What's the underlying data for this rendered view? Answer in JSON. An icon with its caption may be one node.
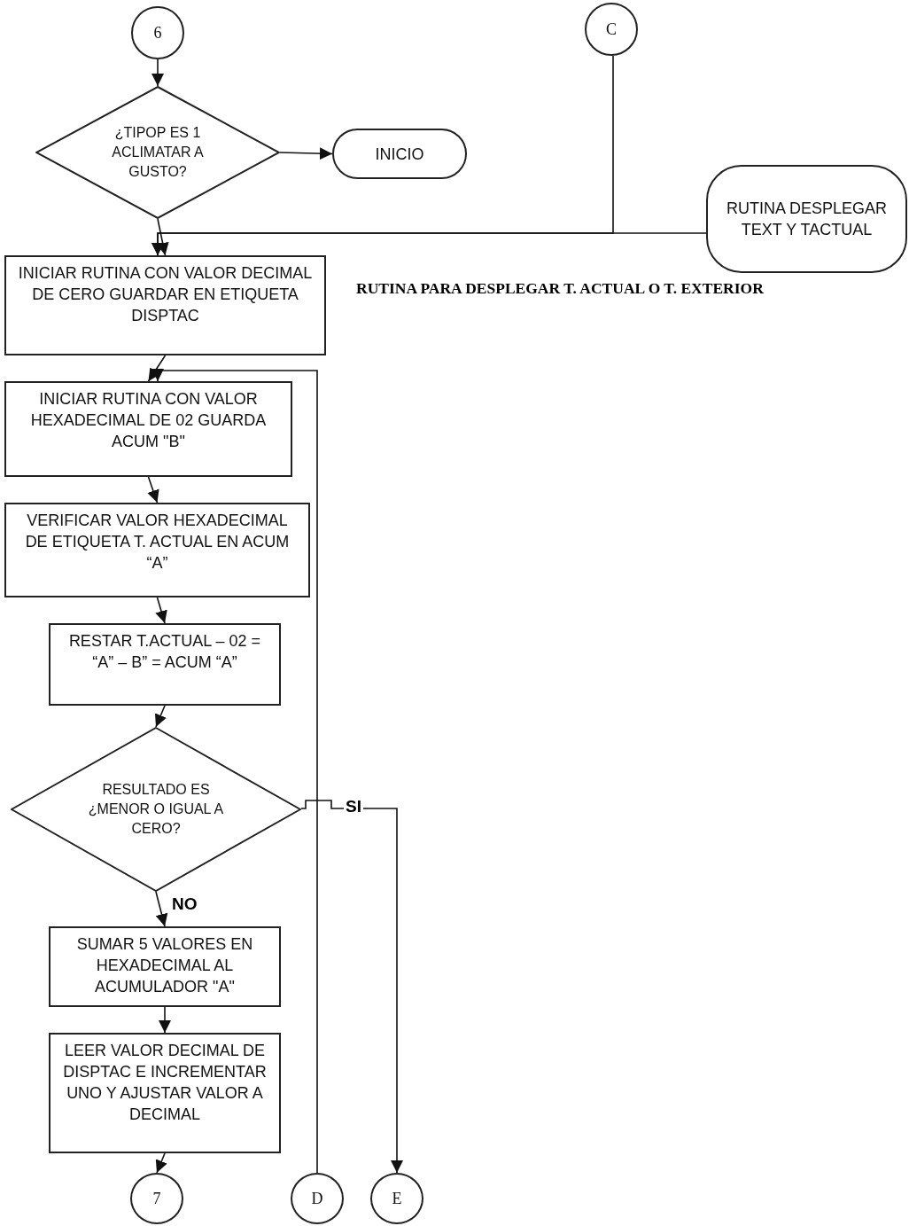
{
  "diagram": {
    "nodes": [
      {
        "text": [
          "6"
        ]
      },
      {
        "text": [
          "C"
        ]
      },
      {
        "text": [
          "¿TIPOP ES 1 ACLIMATAR A GUSTO?"
        ]
      },
      {
        "text": [
          "INICIO"
        ]
      },
      {
        "text": [
          "RUTINA DESPLEGAR TEXT Y TACTUAL"
        ]
      },
      {
        "text": [
          "INICIAR RUTINA CON VALOR DECIMAL DE CERO GUARDAR EN ETIQUETA DISPTAC"
        ]
      },
      {
        "text": [
          "INICIAR RUTINA CON VALOR HEXADECIMAL DE 02 GUARDA ACUM \"B\""
        ]
      },
      {
        "text": [
          "VERIFICAR VALOR HEXADECIMAL DE ETIQUETA T. ACTUAL EN ACUM “A”"
        ]
      },
      {
        "text": [
          "RESTAR T.ACTUAL – 02 = “A” –  B” = ACUM “A”"
        ]
      },
      {
        "text": [
          "RESULTADO ES ¿MENOR O IGUAL A CERO?"
        ]
      },
      {
        "text": [
          "SUMAR 5 VALORES EN HEXADECIMAL AL ACUMULADOR \"A\""
        ]
      },
      {
        "text": [
          "LEER VALOR DECIMAL DE DISPTAC E INCREMENTAR UNO Y AJUSTAR VALOR A DECIMAL"
        ]
      },
      {
        "text": [
          "7"
        ]
      },
      {
        "text": [
          "D"
        ]
      },
      {
        "text": [
          "E"
        ]
      }
    ],
    "edges": [
      {
        "from": 0,
        "to": 2,
        "arrow": "to"
      },
      {
        "from": 2,
        "to": 3,
        "arrow": "to"
      },
      {
        "from": 2,
        "to": 5,
        "arrow": "to"
      },
      {
        "from": 1,
        "to": 5,
        "arrow": "to"
      },
      {
        "from": 4,
        "to": 5,
        "arrow": "to"
      },
      {
        "from": 5,
        "to": 6,
        "arrow": "to"
      },
      {
        "from": 13,
        "to": 6,
        "arrow": "to"
      },
      {
        "from": 6,
        "to": 7,
        "arrow": "to"
      },
      {
        "from": 7,
        "to": 8,
        "arrow": "to"
      },
      {
        "from": 8,
        "to": 9,
        "arrow": "to"
      },
      {
        "from": 9,
        "to": 14,
        "arrow": "to",
        "label": "SI"
      },
      {
        "from": 9,
        "to": 10,
        "arrow": "to",
        "label": "NO"
      },
      {
        "from": 10,
        "to": 11,
        "arrow": "to"
      },
      {
        "from": 11,
        "to": 12,
        "arrow": "to"
      }
    ],
    "labels": [
      "RUTINA PARA DESPLEGAR T. ACTUAL O T. EXTERIOR"
    ]
  }
}
